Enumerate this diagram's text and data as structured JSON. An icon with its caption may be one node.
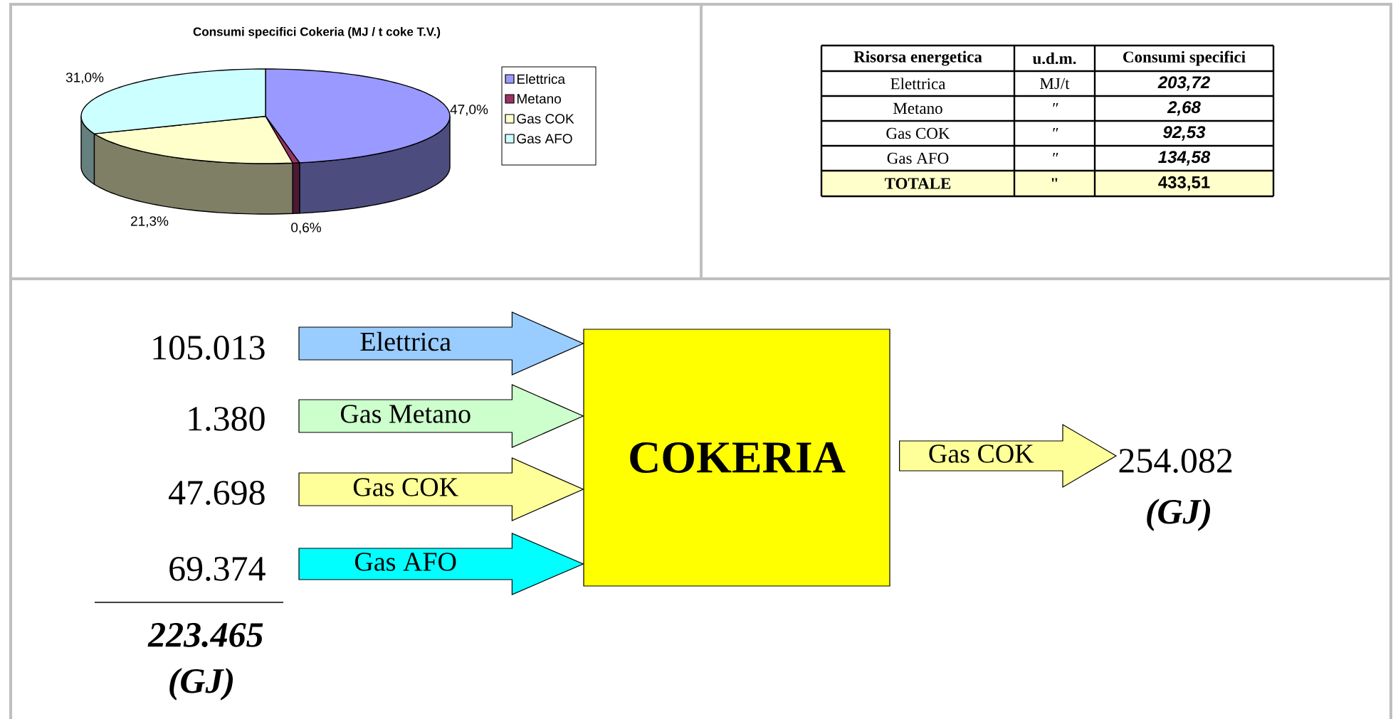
{
  "diagram": {
    "nodes": [
      {
        "text": [
          "105.013"
        ]
      },
      {
        "text": [
          "1.380"
        ]
      },
      {
        "text": [
          "47.698"
        ]
      },
      {
        "text": [
          "69.374"
        ]
      },
      {
        "text": [
          "COKERIA"
        ]
      },
      {
        "text": [
          "254.082"
        ],
        "beside": [
          "(GJ)"
        ]
      }
    ],
    "edges": [
      {
        "from": 0,
        "to": 4,
        "arrow": "to",
        "label": "Elettrica",
        "color": "#99ccff"
      },
      {
        "from": 1,
        "to": 4,
        "arrow": "to",
        "label": "Gas Metano",
        "color": "#ccffcc"
      },
      {
        "from": 2,
        "to": 4,
        "arrow": "to",
        "label": "Gas COK",
        "color": "#ffff99"
      },
      {
        "from": 3,
        "to": 4,
        "arrow": "to",
        "label": "Gas AFO",
        "color": "#00ffff"
      },
      {
        "from": 4,
        "to": 5,
        "arrow": "to",
        "label": "Gas COK",
        "color": "#ffff99"
      }
    ],
    "labels": [
      "Consumi specifici Cokeria (MJ / t coke T.V.)",
      "31,0%",
      "47,0%",
      "21,3%",
      "0,6%",
      "Risorsa energetica",
      "u.d.m.",
      "Consumi specifici",
      "Elettrica",
      "MJ/t",
      "203,72",
      "Metano",
      "″",
      "2,68",
      "Gas COK",
      "″",
      "92,53",
      "Gas AFO",
      "″",
      "134,58",
      "TOTALE",
      "\"",
      "433,51",
      "223.465",
      "(GJ)"
    ],
    "legend": [
      {
        "text": "Elettrica",
        "color": "#9999ff"
      },
      {
        "text": "Metano",
        "color": "#993366"
      },
      {
        "text": "Gas COK",
        "color": "#ffffcc"
      },
      {
        "text": "Gas AFO",
        "color": "#ccffff"
      }
    ]
  }
}
